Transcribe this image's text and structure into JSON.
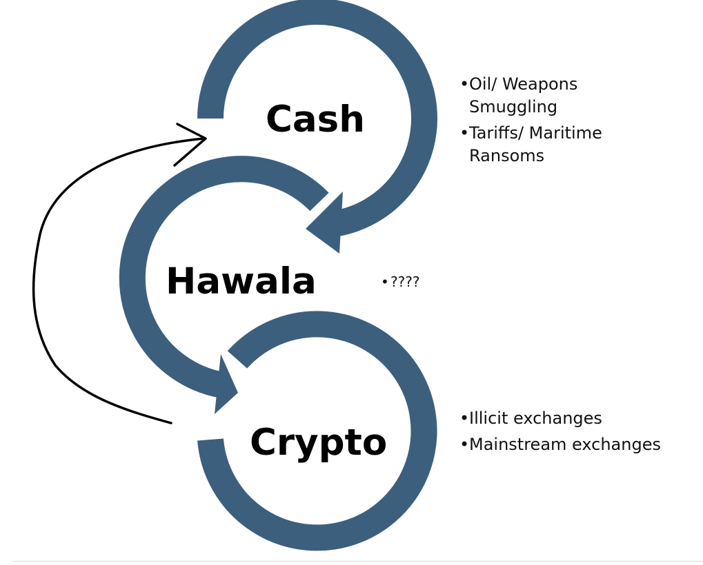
{
  "colors": {
    "ring": "#3d5f7e",
    "hand_arrow": "#000000",
    "text": "#000000"
  },
  "nodes": [
    {
      "label": "Cash"
    },
    {
      "label": "Hawala"
    },
    {
      "label": "Crypto"
    }
  ],
  "notes": {
    "cash": [
      "Oil/ Weapons Smuggling",
      "Tariffs/ Maritime Ransoms"
    ],
    "hawala": [
      "????"
    ],
    "crypto": [
      "Illicit exchanges",
      "Mainstream exchanges"
    ]
  }
}
